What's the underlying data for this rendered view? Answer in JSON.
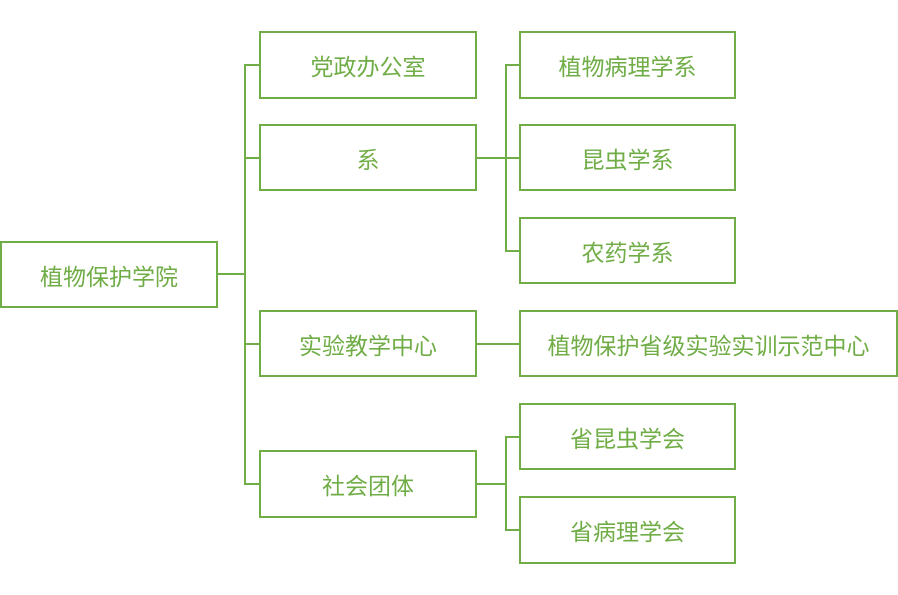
{
  "diagram": {
    "accent_color": "#70ad47",
    "root": {
      "label": "植物保护学院"
    },
    "children": [
      {
        "label": "党政办公室",
        "children": []
      },
      {
        "label": "系",
        "children": [
          {
            "label": "植物病理学系"
          },
          {
            "label": "昆虫学系"
          },
          {
            "label": "农药学系"
          }
        ]
      },
      {
        "label": "实验教学中心",
        "children": [
          {
            "label": "植物保护省级实验实训示范中心"
          }
        ]
      },
      {
        "label": "社会团体",
        "children": [
          {
            "label": "省昆虫学会"
          },
          {
            "label": "省病理学会"
          }
        ]
      }
    ]
  }
}
